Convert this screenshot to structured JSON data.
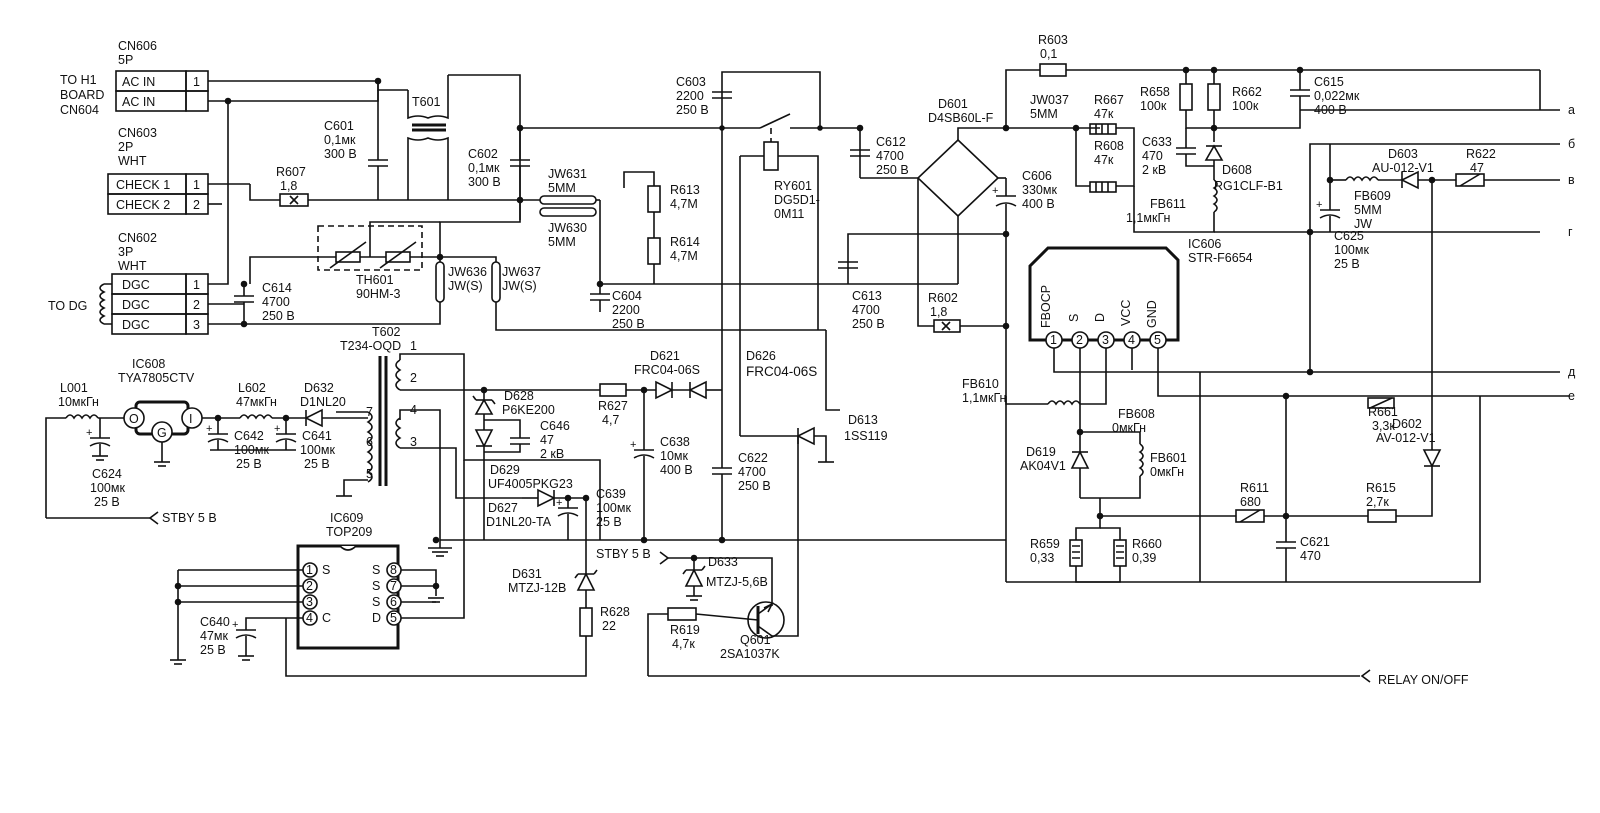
{
  "connectors": {
    "cn606": {
      "title": "CN606",
      "pins": "5P",
      "dest": [
        "TO H1",
        "BOARD",
        "CN604"
      ],
      "rows": [
        {
          "label": "AC IN",
          "num": "1"
        },
        {
          "label": "AC IN",
          "num": ""
        }
      ]
    },
    "cn603": {
      "title": "CN603",
      "pins": "2P",
      "color": "WHT",
      "rows": [
        {
          "label": "CHECK 1",
          "num": "1"
        },
        {
          "label": "CHECK 2",
          "num": "2"
        }
      ]
    },
    "cn602": {
      "title": "CN602",
      "pins": "3P",
      "color": "WHT",
      "dest": "TO DG",
      "rows": [
        {
          "label": "DGC",
          "num": "1"
        },
        {
          "label": "DGC",
          "num": "2"
        },
        {
          "label": "DGC",
          "num": "3"
        }
      ]
    }
  },
  "components": {
    "t601": {
      "ref": "T601"
    },
    "c601": {
      "ref": "C601",
      "val": "0,1мк",
      "rating": "300 B"
    },
    "r607": {
      "ref": "R607",
      "val": "1,8"
    },
    "c602": {
      "ref": "C602",
      "val": "0,1мк",
      "rating": "300 B"
    },
    "jw631": {
      "ref": "JW631",
      "val": "5MM"
    },
    "jw630": {
      "ref": "JW630",
      "val": "5MM"
    },
    "th601": {
      "ref": "TH601",
      "val": "90HM-3"
    },
    "jw636": {
      "ref": "JW636",
      "val": "JW(S)"
    },
    "jw637": {
      "ref": "JW637",
      "val": "JW(S)"
    },
    "c614": {
      "ref": "C614",
      "val": "4700",
      "rating": "250 B"
    },
    "r613": {
      "ref": "R613",
      "val": "4,7M"
    },
    "r614": {
      "ref": "R614",
      "val": "4,7M"
    },
    "c604": {
      "ref": "C604",
      "val": "2200",
      "rating": "250 B"
    },
    "c603": {
      "ref": "C603",
      "val": "2200",
      "rating": "250 B"
    },
    "ry601": {
      "ref": "RY601",
      "val": "DG5D1-",
      "val2": "0M11"
    },
    "c612": {
      "ref": "C612",
      "val": "4700",
      "rating": "250 B"
    },
    "c613": {
      "ref": "C613",
      "val": "4700",
      "rating": "250 B"
    },
    "r603": {
      "ref": "R603",
      "val": "0,1"
    },
    "d601": {
      "ref": "D601",
      "val": "D4SB60L-F"
    },
    "jw037": {
      "ref": "JW037",
      "val": "5MM"
    },
    "r667": {
      "ref": "R667",
      "val": "47к"
    },
    "r608": {
      "ref": "R608",
      "val": "47к"
    },
    "c606": {
      "ref": "C606",
      "val": "330мк",
      "rating": "400 B"
    },
    "r602": {
      "ref": "R602",
      "val": "1,8"
    },
    "r658": {
      "ref": "R658",
      "val": "100к"
    },
    "r662": {
      "ref": "R662",
      "val": "100к"
    },
    "c615": {
      "ref": "C615",
      "val": "0,022мк",
      "rating": "400 B"
    },
    "c633": {
      "ref": "C633",
      "val": "470",
      "rating": "2 кВ"
    },
    "d608": {
      "ref": "D608",
      "val": "RG1CLF-B1"
    },
    "fb611": {
      "ref": "FB611",
      "val": "1,1мкГн"
    },
    "ic606": {
      "ref": "IC606",
      "val": "STR-F6654",
      "pins": [
        "FBOCP",
        "S",
        "D",
        "VCC",
        "GND"
      ],
      "nums": [
        "1",
        "2",
        "3",
        "4",
        "5"
      ]
    },
    "d603": {
      "ref": "D603",
      "val": "AU-012-V1"
    },
    "r622": {
      "ref": "R622",
      "val": "47"
    },
    "fb609": {
      "ref": "FB609",
      "val": "5MM",
      "val2": "JW"
    },
    "c625": {
      "ref": "C625",
      "val": "100мк",
      "rating": "25 B"
    },
    "fb610": {
      "ref": "FB610",
      "val": "1,1мкГн"
    },
    "fb608": {
      "ref": "FB608",
      "val": "0мкГн"
    },
    "fb601": {
      "ref": "FB601",
      "val": "0мкГн"
    },
    "d619": {
      "ref": "D619",
      "val": "AK04V1"
    },
    "r661": {
      "ref": "R661",
      "val": "3,3к"
    },
    "d602": {
      "ref": "D602",
      "val": "AV-012-V1"
    },
    "r611": {
      "ref": "R611",
      "val": "680"
    },
    "r615": {
      "ref": "R615",
      "val": "2,7к"
    },
    "r659": {
      "ref": "R659",
      "val": "0,33"
    },
    "r660": {
      "ref": "R660",
      "val": "0,39"
    },
    "c621": {
      "ref": "C621",
      "val": "470"
    },
    "t602": {
      "ref": "T602",
      "val": "T234-OQD",
      "pins": [
        "1",
        "2",
        "4",
        "3",
        "7",
        "6",
        "5"
      ]
    },
    "ic608": {
      "ref": "IC608",
      "val": "TYA7805CTV",
      "pins": [
        "O",
        "I",
        "G"
      ]
    },
    "l001": {
      "ref": "L001",
      "val": "10мкГн"
    },
    "l602": {
      "ref": "L602",
      "val": "47мкГн"
    },
    "d632": {
      "ref": "D632",
      "val": "D1NL20"
    },
    "c624": {
      "ref": "C624",
      "val": "100мк",
      "rating": "25 B"
    },
    "c642": {
      "ref": "C642",
      "val": "100мк",
      "rating": "25 B"
    },
    "c641": {
      "ref": "C641",
      "val": "100мк",
      "rating": "25 B"
    },
    "d628": {
      "ref": "D628",
      "val": "P6KE200"
    },
    "d629": {
      "ref": "D629",
      "val": "UF4005PKG23"
    },
    "c646": {
      "ref": "C646",
      "val": "47",
      "rating": "2 кВ"
    },
    "r627": {
      "ref": "R627",
      "val": "4,7"
    },
    "d621": {
      "ref": "D621",
      "val": "FRC04-06S"
    },
    "d626": {
      "ref": "D626",
      "val": "FRC04-06S"
    },
    "c638": {
      "ref": "C638",
      "val": "10мк",
      "rating": "400 B"
    },
    "c622": {
      "ref": "C622",
      "val": "4700",
      "rating": "250 B"
    },
    "d613": {
      "ref": "D613",
      "val": "1SS119"
    },
    "d627": {
      "ref": "D627",
      "val": "D1NL20-TA"
    },
    "c639": {
      "ref": "C639",
      "val": "100мк",
      "rating": "25 B"
    },
    "ic609": {
      "ref": "IC609",
      "val": "TOP209",
      "left": [
        "S",
        "",
        "",
        "C"
      ],
      "right": [
        "S",
        "S",
        "S",
        "D"
      ],
      "lnums": [
        "1",
        "2",
        "3",
        "4"
      ],
      "rnums": [
        "8",
        "7",
        "6",
        "5"
      ]
    },
    "c640": {
      "ref": "C640",
      "val": "47мк",
      "rating": "25 B"
    },
    "d631": {
      "ref": "D631",
      "val": "MTZJ-12B"
    },
    "r628": {
      "ref": "R628",
      "val": "22"
    },
    "d633": {
      "ref": "D633",
      "val": "MTZJ-5,6B"
    },
    "r619": {
      "ref": "R619",
      "val": "4,7к"
    },
    "q601": {
      "ref": "Q601",
      "val": "2SA1037K"
    }
  },
  "signals": {
    "stby_left": "STBY 5 B",
    "stby_mid": "STBY 5 B",
    "relay": "RELAY ON/OFF",
    "outputs": [
      "а",
      "б",
      "в",
      "г",
      "д",
      "е"
    ]
  }
}
